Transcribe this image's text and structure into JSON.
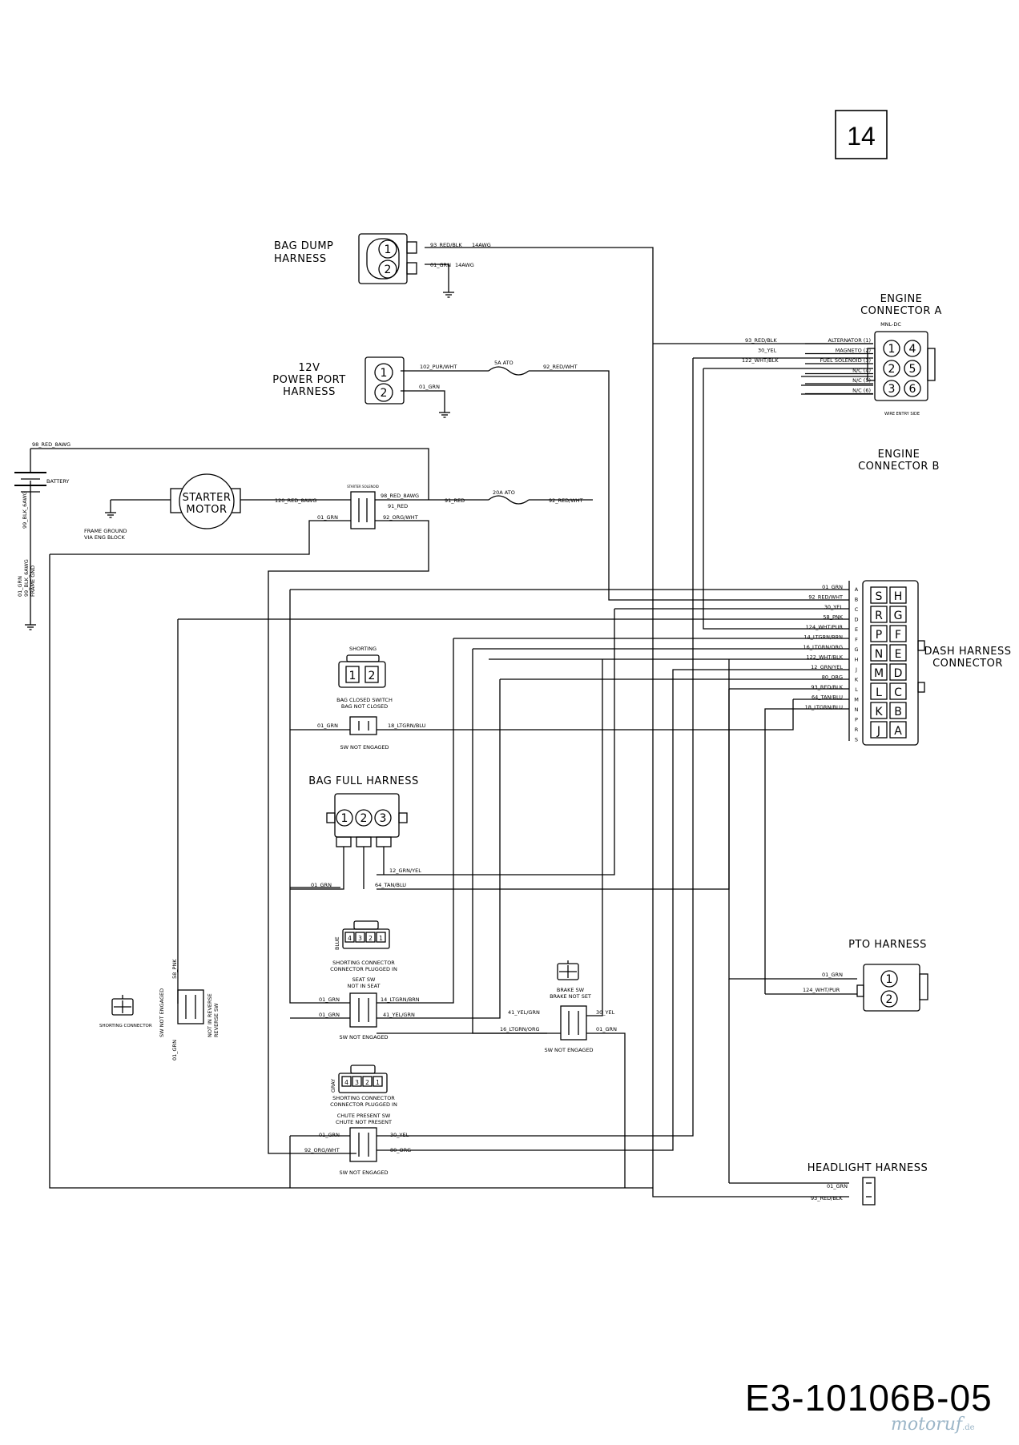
{
  "page_number": "14",
  "drawing_code": "E3-10106B-05",
  "watermark": {
    "brand": "motoruf",
    "tld": ".de"
  },
  "components": {
    "bag_dump": {
      "title_1": "BAG DUMP",
      "title_2": "HARNESS",
      "pin_1": "1",
      "pin_2": "2",
      "wire_1": "93_RED/BLK",
      "gauge_1": "14AWG",
      "wire_2": "01_GRN",
      "gauge_2": "14AWG"
    },
    "power_port": {
      "title_1": "12V",
      "title_2": "POWER PORT",
      "title_3": "HARNESS",
      "pin_1": "1",
      "pin_2": "2",
      "wire_in": "102_PUR/WHT",
      "wire_gnd": "01_GRN",
      "fuse": "5A ATO",
      "wire_out": "92_RED/WHT"
    },
    "battery": {
      "label": "BATTERY",
      "wire_top": "98_RED_8AWG",
      "wire_neg": "99_BLK_6AWG",
      "frame_gnd_1": "01_GRN",
      "frame_gnd_2": "99_BLK_6AWG",
      "frame_gnd_3": "FRAME GND"
    },
    "starter": {
      "title_1": "STARTER",
      "title_2": "MOTOR",
      "wire": "120_RED_8AWG",
      "ground_1": "FRAME GROUND",
      "ground_2": "VIA ENG BLOCK",
      "solenoid": "STARTER SOLENOID"
    },
    "solenoid_wires": {
      "w1": "98_RED_8AWG",
      "w2": "91_RED",
      "w3": "01_GRN",
      "w4": "92_ORG/WHT",
      "w5": "91_RED",
      "fuse": "20A ATO",
      "w6": "92_RED/WHT"
    },
    "engine_a": {
      "title_1": "ENGINE",
      "title_2": "CONNECTOR A",
      "model": "MNL-DC",
      "side": "WIRE ENTRY SIDE",
      "pins": [
        "1",
        "4",
        "2",
        "5",
        "3",
        "6"
      ],
      "lines": [
        {
          "wire": "93_RED/BLK",
          "label": "ALTERNATOR (1)"
        },
        {
          "wire": "30_YEL",
          "label": "MAGNETO (2)"
        },
        {
          "wire": "122_WHT/BLK",
          "label": "FUEL SOLENOID (3)"
        },
        {
          "wire": "",
          "label": "N/C (4)"
        },
        {
          "wire": "",
          "label": "N/C (5)"
        },
        {
          "wire": "",
          "label": "N/C (6)"
        }
      ]
    },
    "engine_b": {
      "title_1": "ENGINE",
      "title_2": "CONNECTOR B"
    },
    "dash": {
      "title_1": "DASH HARNESS",
      "title_2": "CONNECTOR",
      "grid": [
        [
          "S",
          "H"
        ],
        [
          "R",
          "G"
        ],
        [
          "P",
          "F"
        ],
        [
          "N",
          "E"
        ],
        [
          "M",
          "D"
        ],
        [
          "L",
          "C"
        ],
        [
          "K",
          "B"
        ],
        [
          "J",
          "A"
        ]
      ],
      "wires": [
        {
          "wire": "01_GRN",
          "pin": "A"
        },
        {
          "wire": "92_RED/WHT",
          "pin": "B"
        },
        {
          "wire": "30_YEL",
          "pin": "C"
        },
        {
          "wire": "58_PNK",
          "pin": "D"
        },
        {
          "wire": "124_WHT/PUR",
          "pin": "E"
        },
        {
          "wire": "14_LTGRN/BRN",
          "pin": "F"
        },
        {
          "wire": "16_LTGRN/ORG",
          "pin": "G"
        },
        {
          "wire": "122_WHT/BLK",
          "pin": "H"
        },
        {
          "wire": "12_GRN/YEL",
          "pin": "J"
        },
        {
          "wire": "80_ORG",
          "pin": "K"
        },
        {
          "wire": "93_RED/BLK",
          "pin": "L"
        },
        {
          "wire": "64_TAN/BLU",
          "pin": "M"
        },
        {
          "wire": "18_LTGRN/BLU",
          "pin": "N"
        },
        {
          "wire": "",
          "pin": "P"
        },
        {
          "wire": "",
          "pin": "R"
        },
        {
          "wire": "",
          "pin": "S"
        }
      ]
    },
    "shorting": {
      "title": "SHORTING",
      "pin_1": "1",
      "pin_2": "2"
    },
    "bag_closed": {
      "title_1": "BAG CLOSED SWITCH",
      "title_2": "BAG NOT CLOSED",
      "wire_l": "01_GRN",
      "wire_r": "18_LTGRN/BLU",
      "state": "SW NOT ENGAGED"
    },
    "bag_full": {
      "title": "BAG FULL HARNESS",
      "pin_1": "1",
      "pin_2": "2",
      "pin_3": "3",
      "wire_a": "12_GRN/YEL",
      "wire_b": "01_GRN",
      "wire_c": "64_TAN/BLU"
    },
    "seat": {
      "conn_1": "SHORTING CONNECTOR",
      "conn_2": "CONNECTOR PLUGGED IN",
      "color": "BLUE",
      "title_1": "SEAT SW",
      "title_2": "NOT IN SEAT",
      "w1": "01_GRN",
      "w2": "14_LTGRN/BRN",
      "w3": "01_GRN",
      "w4": "41_YEL/GRN",
      "state": "SW NOT ENGAGED",
      "pins": [
        "4",
        "3",
        "2",
        "1"
      ]
    },
    "brake": {
      "title_1": "BRAKE SW",
      "title_2": "BRAKE NOT SET",
      "w1": "41_YEL/GRN",
      "w2": "30_YEL",
      "w3": "16_LTGRN/ORG",
      "w4": "01_GRN",
      "state": "SW NOT ENGAGED"
    },
    "chute": {
      "conn_1": "SHORTING CONNECTOR",
      "conn_2": "CONNECTOR PLUGGED IN",
      "color": "GRAY",
      "title_1": "CHUTE PRESENT SW",
      "title_2": "CHUTE NOT PRESENT",
      "w1": "01_GRN",
      "w2": "30_YEL",
      "w3": "92_ORG/WHT",
      "w4": "80_ORG",
      "state": "SW NOT ENGAGED",
      "pins": [
        "4",
        "3",
        "2",
        "1"
      ]
    },
    "reverse": {
      "conn": "SHORTING CONNECTOR",
      "state_1": "SW NOT ENGAGED",
      "title_1": "NOT IN REVERSE",
      "title_2": "REVERSE SW",
      "w1": "58_PNK",
      "w2": "01_GRN"
    },
    "pto": {
      "title": "PTO HARNESS",
      "pin_1": "1",
      "pin_2": "2",
      "w1": "01_GRN",
      "w2": "124_WHT/PUR"
    },
    "headlight": {
      "title": "HEADLIGHT HARNESS",
      "w1": "01_GRN",
      "w2": "93_RED/BLK"
    }
  }
}
